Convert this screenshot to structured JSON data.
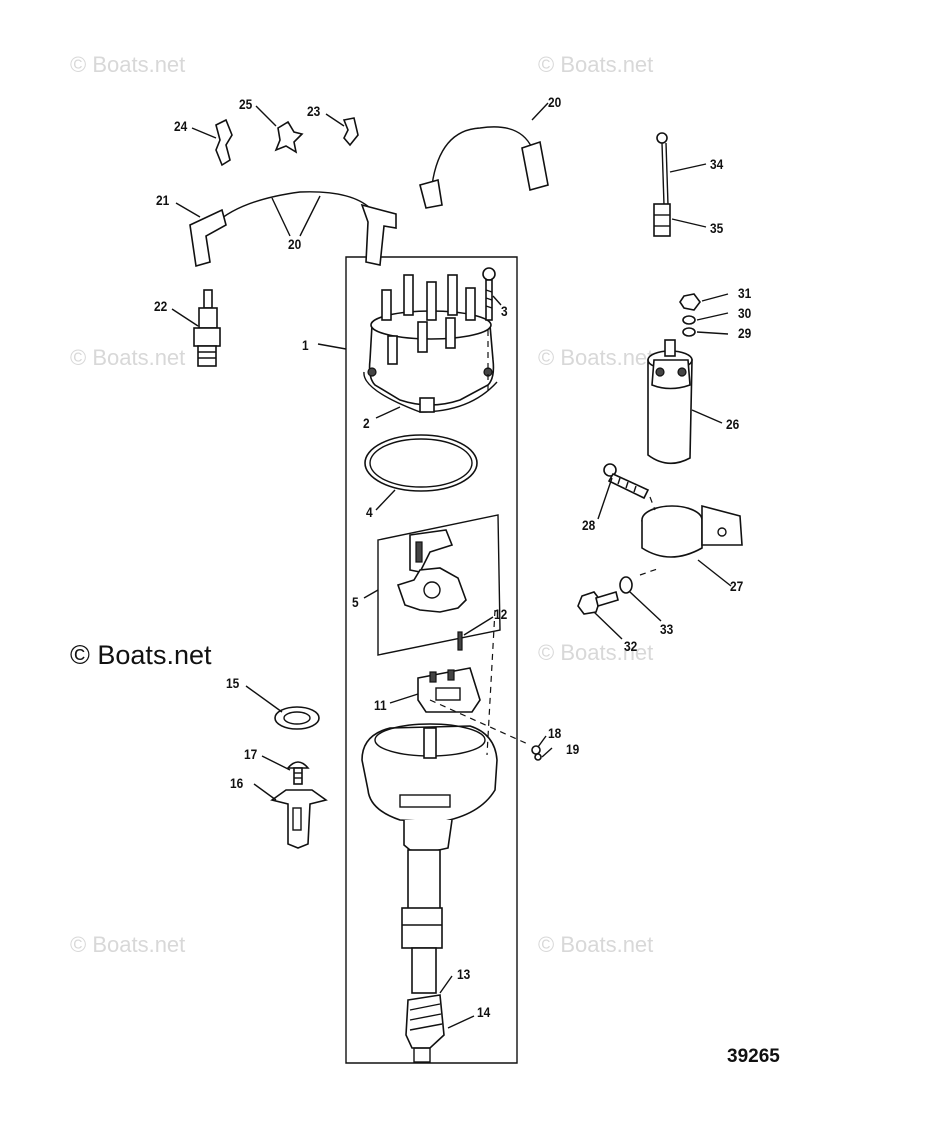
{
  "watermark": {
    "text": "© Boats.net",
    "emphasized_text": "© Boats.net"
  },
  "drawing_number": "39265",
  "callouts": {
    "c1": "1",
    "c2": "2",
    "c3": "3",
    "c4": "4",
    "c5": "5",
    "c11": "11",
    "c12": "12",
    "c13": "13",
    "c14": "14",
    "c15": "15",
    "c16": "16",
    "c17": "17",
    "c18": "18",
    "c19": "19",
    "c20a": "20",
    "c20b": "20",
    "c21": "21",
    "c22": "22",
    "c23": "23",
    "c24": "24",
    "c25": "25",
    "c26": "26",
    "c27": "27",
    "c28": "28",
    "c29": "29",
    "c30": "30",
    "c31": "31",
    "c32": "32",
    "c33": "33",
    "c34": "34",
    "c35": "35"
  }
}
